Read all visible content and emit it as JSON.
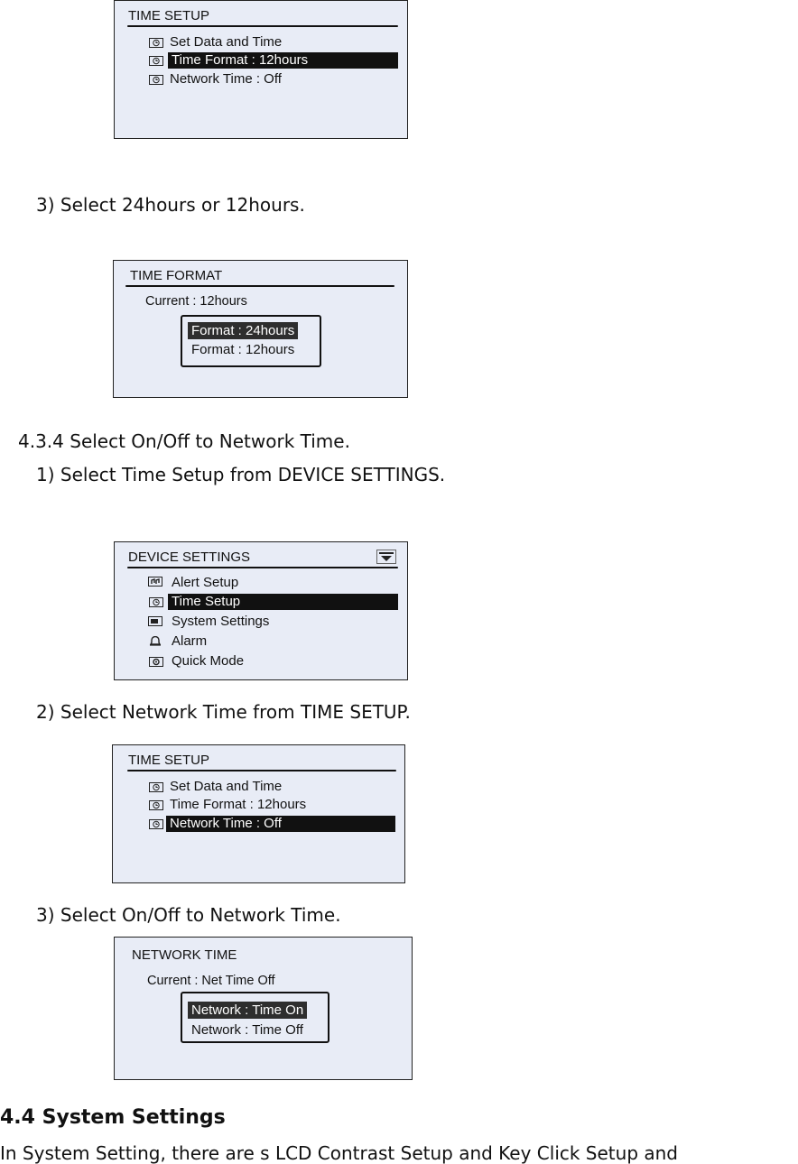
{
  "screens": {
    "time_setup_1": {
      "title": "TIME SETUP",
      "items": [
        {
          "label": "Set Data and Time",
          "icon": "clock-icon"
        },
        {
          "label": "Time Format : 12hours",
          "icon": "clock-icon"
        },
        {
          "label": "Network Time : Off",
          "icon": "clock-icon"
        }
      ],
      "selected_index": 1
    },
    "time_format": {
      "title": "TIME FORMAT",
      "current": "Current  : 12hours",
      "options": [
        "Format  :  24hours",
        "Format  :  12hours"
      ],
      "selected_index": 0
    },
    "device_settings": {
      "title": "DEVICE SETTINGS",
      "items": [
        {
          "label": "Alert Setup",
          "icon": "alert-icon"
        },
        {
          "label": "Time Setup",
          "icon": "clock-icon"
        },
        {
          "label": "System Settings",
          "icon": "monitor-icon"
        },
        {
          "label": "Alarm",
          "icon": "bell-icon"
        },
        {
          "label": "Quick Mode",
          "icon": "quick-mode-icon"
        }
      ],
      "selected_index": 1,
      "scroll_icon": "scroll-down-icon"
    },
    "time_setup_2": {
      "title": "TIME SETUP",
      "items": [
        {
          "label": "Set Data and Time",
          "icon": "clock-icon"
        },
        {
          "label": "Time Format : 12hours",
          "icon": "clock-icon"
        },
        {
          "label": "Network Time : Off",
          "icon": "clock-icon"
        }
      ],
      "selected_index": 2
    },
    "network_time": {
      "title": "NETWORK TIME",
      "current": "Current  : Net Time Off",
      "options": [
        "Network : Time On",
        "Network : Time Off"
      ],
      "selected_index": 0
    }
  },
  "text": {
    "step_select_format": "3)  Select 24hours or 12hours.",
    "section_434": "4.3.4 Select On/Off to Network Time.",
    "step_select_time_setup": "1)  Select Time Setup from DEVICE SETTINGS.",
    "step_select_network_time": "2)  Select Network Time from TIME SETUP.",
    "step_select_onoff": "3)  Select On/Off to Network Time.",
    "section_44": "4.4 System Settings",
    "intro_44": "In System Setting, there are s LCD Contrast Setup and Key Click Setup and"
  }
}
